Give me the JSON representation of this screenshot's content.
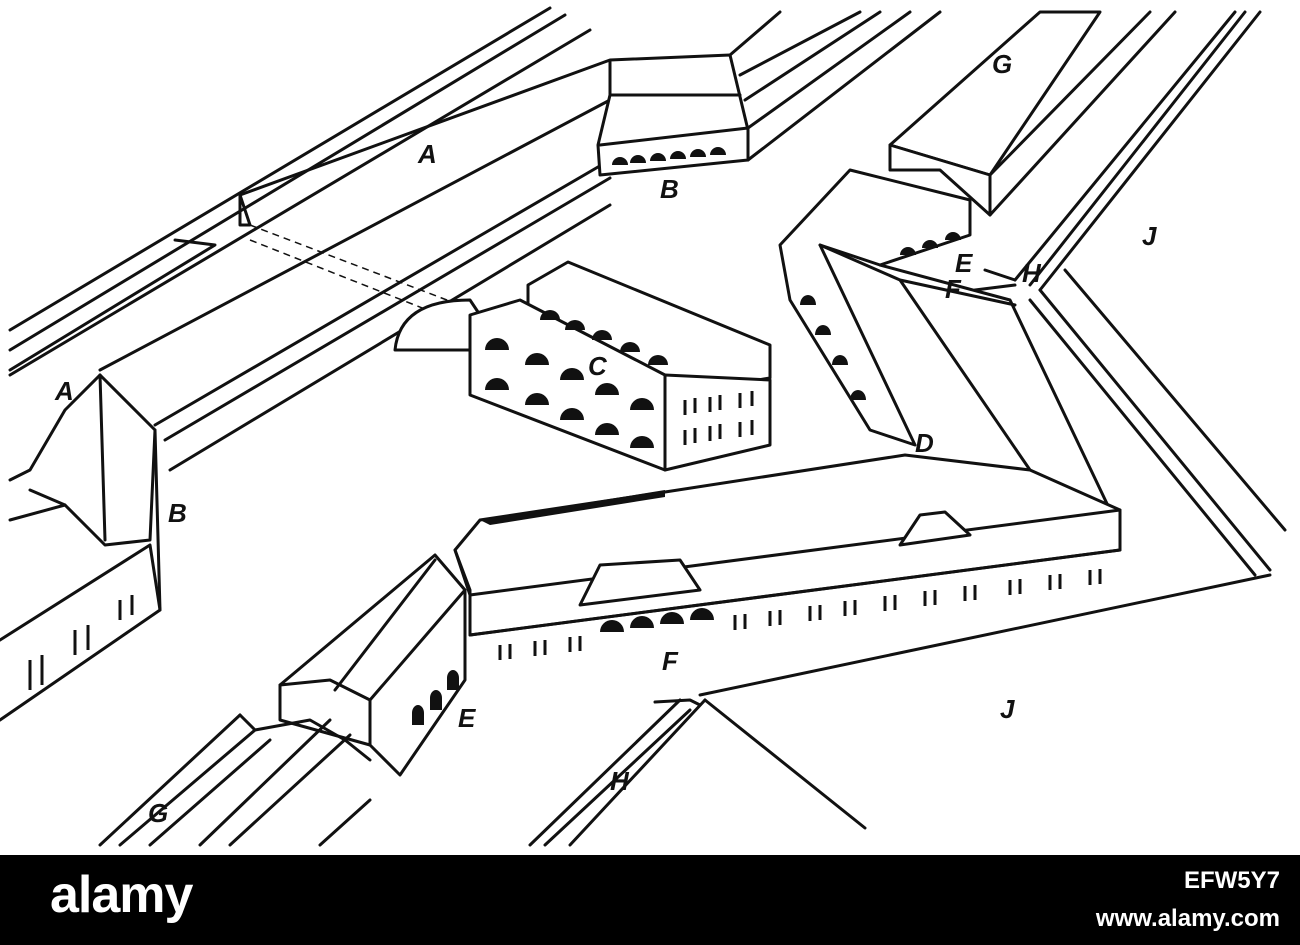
{
  "labels": {
    "a1": "A",
    "a2": "A",
    "b1": "B",
    "b2": "B",
    "c": "C",
    "d": "D",
    "e1": "E",
    "e2": "E",
    "f1": "F",
    "f2": "F",
    "g1": "G",
    "g2": "G",
    "h1": "H",
    "h2": "H",
    "j1": "J",
    "j2": "J"
  },
  "footer": {
    "brand": "alamy",
    "image_id": "EFW5Y7",
    "site": "www.alamy.com"
  }
}
